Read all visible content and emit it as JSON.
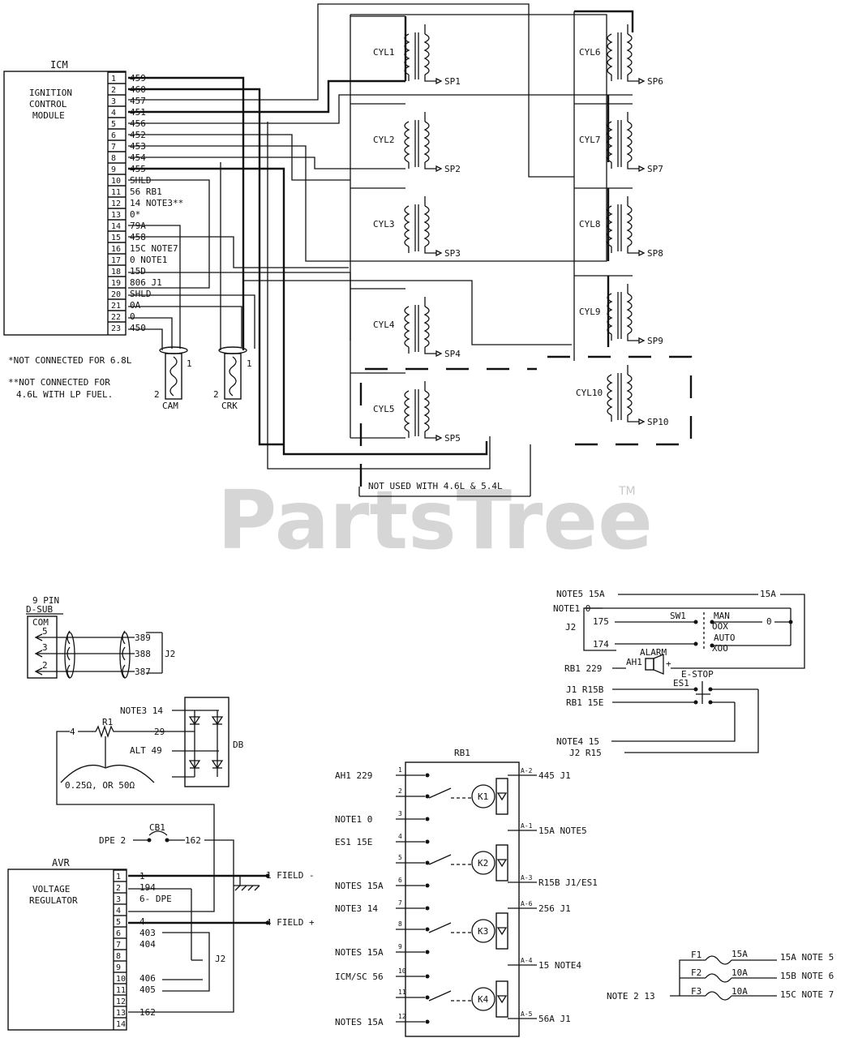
{
  "watermark": {
    "brand": "PartsTree",
    "tm": "TM"
  },
  "icm": {
    "title": "ICM",
    "name_lines": [
      "IGNITION",
      "CONTROL",
      "MODULE"
    ],
    "pins": [
      "1",
      "2",
      "3",
      "4",
      "5",
      "6",
      "7",
      "8",
      "9",
      "10",
      "11",
      "12",
      "13",
      "14",
      "15",
      "16",
      "17",
      "18",
      "19",
      "20",
      "21",
      "22",
      "23"
    ],
    "wires": [
      "459",
      "460",
      "457",
      "451",
      "456",
      "452",
      "453",
      "454",
      "455",
      "SHLD",
      "56 RB1",
      "14 NOTE3**",
      "0*",
      "79A",
      "458",
      "15C NOTE7",
      "0 NOTE1",
      "15D",
      "806 J1",
      "SHLD",
      "0A",
      "0",
      "450"
    ]
  },
  "notes": {
    "n1": "*NOT CONNECTED FOR 6.8L",
    "n2a": "**NOT CONNECTED FOR",
    "n2b": "4.6L WITH LP FUEL."
  },
  "sensors": {
    "cam": "CAM",
    "crk": "CRK",
    "pin1": "1",
    "pin2": "2"
  },
  "cylinders": {
    "cyl1": "CYL1",
    "cyl2": "CYL2",
    "cyl3": "CYL3",
    "cyl4": "CYL4",
    "cyl5": "CYL5",
    "cyl6": "CYL6",
    "cyl7": "CYL7",
    "cyl8": "CYL8",
    "cyl9": "CYL9",
    "cyl10": "CYL10",
    "sp1": "SP1",
    "sp2": "SP2",
    "sp3": "SP3",
    "sp4": "SP4",
    "sp5": "SP5",
    "sp6": "SP6",
    "sp7": "SP7",
    "sp8": "SP8",
    "sp9": "SP9",
    "sp10": "SP10",
    "not_used": "NOT USED WITH 4.6L & 5.4L"
  },
  "dsub": {
    "title1": "9 PIN",
    "title2": "D-SUB",
    "com": "COM",
    "pins": [
      "5",
      "3",
      "2"
    ],
    "wires": [
      "389",
      "388",
      "387"
    ],
    "conn": "J2"
  },
  "db": {
    "label": "DB",
    "note3": "NOTE3 14",
    "w29": "29",
    "alt": "ALT 49",
    "r1": "R1",
    "w4": "4",
    "ohm": "0.25Ω, OR 50Ω"
  },
  "cb1": {
    "label": "CB1",
    "dpe": "DPE 2",
    "w162": "162"
  },
  "avr": {
    "title": "AVR",
    "name_lines": [
      "VOLTAGE",
      "REGULATOR"
    ],
    "pins": [
      "1",
      "2",
      "3",
      "4",
      "5",
      "6",
      "7",
      "8",
      "9",
      "10",
      "11",
      "12",
      "13",
      "14"
    ],
    "wires": [
      "1",
      "194",
      "6- DPE",
      "",
      "4",
      "403",
      "404",
      "",
      "",
      "406",
      "405",
      "",
      "162",
      ""
    ],
    "field_neg": "1 FIELD -",
    "field_pos": "4 FIELD +",
    "j2": "J2"
  },
  "sw": {
    "note5_15a": "NOTE5 15A",
    "w15a": "15A",
    "note1_0": "NOTE1 0",
    "j2": "J2",
    "w175": "175",
    "w174": "174",
    "sw1": "SW1",
    "man": "MAN",
    "oox": "OOX",
    "auto": "AUTO",
    "xoo": "XOO",
    "w0": "0",
    "rb1_229": "RB1 229",
    "alarm": "ALARM",
    "ah1": "AH1",
    "estop": "E-STOP",
    "es1": "ES1",
    "j1_r15b": "J1 R15B",
    "rb1_15e": "RB1 15E",
    "note4_15": "NOTE4 15",
    "j2_r15": "J2 R15"
  },
  "rb1": {
    "title": "RB1",
    "left_labels": [
      "AH1 229",
      "NOTE1 0",
      "ES1 15E",
      "NOTES 15A",
      "NOTE3 14",
      "NOTES 15A",
      "ICM/SC 56",
      "NOTES 15A"
    ],
    "pin_nums": [
      "1",
      "2",
      "3",
      "4",
      "5",
      "6",
      "7",
      "8",
      "9",
      "10",
      "11",
      "12"
    ],
    "relays": [
      "K1",
      "K2",
      "K3",
      "K4"
    ],
    "right_pins": [
      "A-2",
      "A-1",
      "A-3",
      "A-6",
      "A-4",
      "A-5"
    ],
    "right_labels": [
      "445 J1",
      "15A NOTE5",
      "R15B J1/ES1",
      "256 J1",
      "15 NOTE4",
      "56A J1"
    ]
  },
  "fuses": {
    "f1": "F1",
    "f2": "F2",
    "f3": "F3",
    "a1": "15A",
    "a2": "10A",
    "a3": "10A",
    "out1": "15A  NOTE 5",
    "out2": "15B  NOTE 6",
    "out3": "15C  NOTE 7",
    "input": "NOTE 2  13"
  }
}
